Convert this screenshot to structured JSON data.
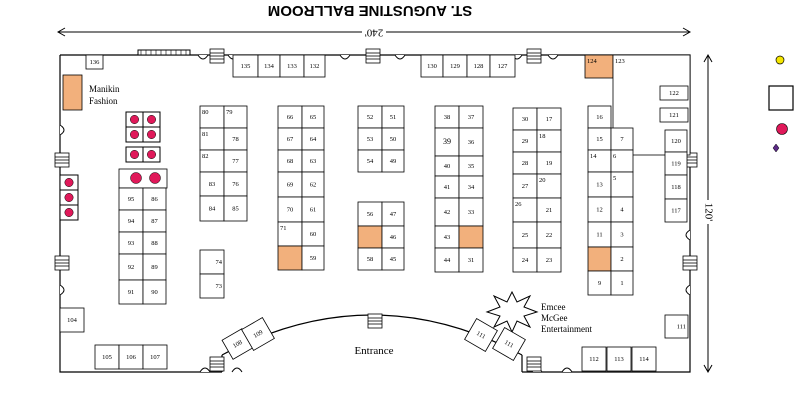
{
  "title": "ST. AUGUSTINE BALLROOM",
  "width_label": "240'",
  "height_label": "120'",
  "entrance_label": "Entrance",
  "manikin_label": [
    "Manikin",
    "Fashion"
  ],
  "emcee_label": [
    "Emcee",
    "McGee",
    "Entertainment"
  ],
  "colors": {
    "orange": "#f2b07c",
    "pink": "#e0195a",
    "yellow": "#f5e600",
    "purple": "#5b2a86",
    "outline": "#000000"
  },
  "booths": [
    {
      "id": "136",
      "label": "136"
    },
    {
      "id": "135",
      "label": "135"
    },
    {
      "id": "134",
      "label": "134"
    },
    {
      "id": "133",
      "label": "133"
    },
    {
      "id": "132",
      "label": "132"
    },
    {
      "id": "130",
      "label": "130"
    },
    {
      "id": "129",
      "label": "129"
    },
    {
      "id": "128",
      "label": "128"
    },
    {
      "id": "127",
      "label": "127"
    },
    {
      "id": "124",
      "label": "124"
    },
    {
      "id": "123",
      "label": "123"
    },
    {
      "id": "122",
      "label": "122"
    },
    {
      "id": "121",
      "label": "121"
    },
    {
      "id": "95",
      "label": "95"
    },
    {
      "id": "86",
      "label": "86"
    },
    {
      "id": "94",
      "label": "94"
    },
    {
      "id": "87",
      "label": "87"
    },
    {
      "id": "93",
      "label": "93"
    },
    {
      "id": "88",
      "label": "88"
    },
    {
      "id": "92",
      "label": "92"
    },
    {
      "id": "89",
      "label": "89"
    },
    {
      "id": "91",
      "label": "91"
    },
    {
      "id": "90",
      "label": "90"
    },
    {
      "id": "80",
      "label": "80"
    },
    {
      "id": "79",
      "label": "79"
    },
    {
      "id": "81",
      "label": "81"
    },
    {
      "id": "78",
      "label": "78"
    },
    {
      "id": "82",
      "label": "82"
    },
    {
      "id": "77",
      "label": "77"
    },
    {
      "id": "83",
      "label": "83"
    },
    {
      "id": "76",
      "label": "76"
    },
    {
      "id": "84",
      "label": "84"
    },
    {
      "id": "85",
      "label": "85"
    },
    {
      "id": "74",
      "label": "74"
    },
    {
      "id": "73",
      "label": "73"
    },
    {
      "id": "66",
      "label": "66"
    },
    {
      "id": "65",
      "label": "65"
    },
    {
      "id": "67",
      "label": "67"
    },
    {
      "id": "64",
      "label": "64"
    },
    {
      "id": "68",
      "label": "68"
    },
    {
      "id": "63",
      "label": "63"
    },
    {
      "id": "69",
      "label": "69"
    },
    {
      "id": "62",
      "label": "62"
    },
    {
      "id": "70",
      "label": "70"
    },
    {
      "id": "61",
      "label": "61"
    },
    {
      "id": "71",
      "label": "71"
    },
    {
      "id": "60",
      "label": "60"
    },
    {
      "id": "72",
      "label": ""
    },
    {
      "id": "59",
      "label": "59"
    },
    {
      "id": "52",
      "label": "52"
    },
    {
      "id": "51",
      "label": "51"
    },
    {
      "id": "53",
      "label": "53"
    },
    {
      "id": "50",
      "label": "50"
    },
    {
      "id": "54",
      "label": "54"
    },
    {
      "id": "49",
      "label": "49"
    },
    {
      "id": "56",
      "label": "56"
    },
    {
      "id": "47",
      "label": "47"
    },
    {
      "id": "57",
      "label": ""
    },
    {
      "id": "46",
      "label": "46"
    },
    {
      "id": "58",
      "label": "58"
    },
    {
      "id": "45",
      "label": "45"
    },
    {
      "id": "38",
      "label": "38"
    },
    {
      "id": "37",
      "label": "37"
    },
    {
      "id": "39",
      "label": "39"
    },
    {
      "id": "36",
      "label": "36"
    },
    {
      "id": "40",
      "label": "40"
    },
    {
      "id": "35",
      "label": "35"
    },
    {
      "id": "41",
      "label": "41"
    },
    {
      "id": "34",
      "label": "34"
    },
    {
      "id": "42",
      "label": "42"
    },
    {
      "id": "33",
      "label": "33"
    },
    {
      "id": "43",
      "label": "43"
    },
    {
      "id": "32",
      "label": ""
    },
    {
      "id": "44",
      "label": "44"
    },
    {
      "id": "31",
      "label": "31"
    },
    {
      "id": "30",
      "label": "30"
    },
    {
      "id": "17",
      "label": "17"
    },
    {
      "id": "29",
      "label": "29"
    },
    {
      "id": "18",
      "label": "18"
    },
    {
      "id": "28",
      "label": "28"
    },
    {
      "id": "19",
      "label": "19"
    },
    {
      "id": "27",
      "label": "27"
    },
    {
      "id": "20",
      "label": "20"
    },
    {
      "id": "26",
      "label": "26"
    },
    {
      "id": "21",
      "label": "21"
    },
    {
      "id": "25",
      "label": "25"
    },
    {
      "id": "22",
      "label": "22"
    },
    {
      "id": "24",
      "label": "24"
    },
    {
      "id": "23",
      "label": "23"
    },
    {
      "id": "16",
      "label": "16"
    },
    {
      "id": "15",
      "label": "15"
    },
    {
      "id": "7",
      "label": "7"
    },
    {
      "id": "14",
      "label": "14"
    },
    {
      "id": "6",
      "label": "6"
    },
    {
      "id": "13",
      "label": "13"
    },
    {
      "id": "5",
      "label": "5"
    },
    {
      "id": "12",
      "label": "12"
    },
    {
      "id": "4",
      "label": "4"
    },
    {
      "id": "11",
      "label": "11"
    },
    {
      "id": "3",
      "label": "3"
    },
    {
      "id": "10",
      "label": ""
    },
    {
      "id": "2",
      "label": "2"
    },
    {
      "id": "9",
      "label": "9"
    },
    {
      "id": "1",
      "label": "1"
    },
    {
      "id": "120",
      "label": "120"
    },
    {
      "id": "119",
      "label": "119"
    },
    {
      "id": "118",
      "label": "118"
    },
    {
      "id": "117",
      "label": "117"
    },
    {
      "id": "104",
      "label": "104"
    },
    {
      "id": "105",
      "label": "105"
    },
    {
      "id": "106",
      "label": "106"
    },
    {
      "id": "107",
      "label": "107"
    },
    {
      "id": "108",
      "label": "108"
    },
    {
      "id": "109",
      "label": "109"
    },
    {
      "id": "111a",
      "label": "111"
    },
    {
      "id": "111b",
      "label": "111"
    },
    {
      "id": "111c",
      "label": "111"
    },
    {
      "id": "112",
      "label": "112"
    },
    {
      "id": "113",
      "label": "113"
    },
    {
      "id": "114",
      "label": "114"
    }
  ],
  "legend": [
    "yellow-dot",
    "white-square",
    "pink-dot",
    "purple-diamond"
  ]
}
